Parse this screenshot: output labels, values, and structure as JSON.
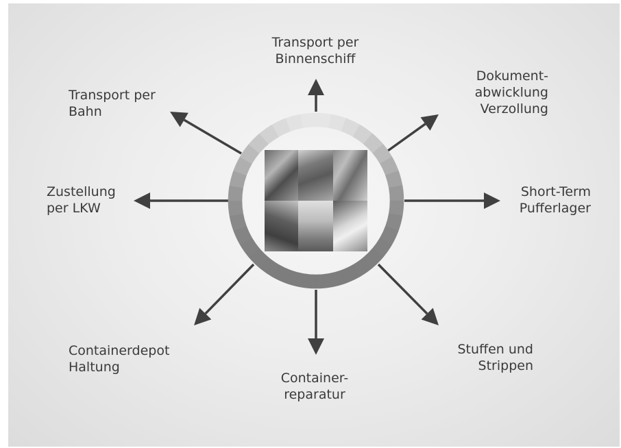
{
  "diagram": {
    "nodes": [
      {
        "id": "binnenschiff",
        "lines": [
          "Transport per",
          "Binnenschiff"
        ]
      },
      {
        "id": "dokument",
        "lines": [
          "Dokument-",
          "abwicklung",
          "Verzollung"
        ]
      },
      {
        "id": "pufferlager",
        "lines": [
          "Short-Term",
          "Pufferlager"
        ]
      },
      {
        "id": "stuffen",
        "lines": [
          "Stuffen und",
          "Strippen"
        ]
      },
      {
        "id": "reparatur",
        "lines": [
          "Container-",
          "reparatur"
        ]
      },
      {
        "id": "depot",
        "lines": [
          "Containerdepot",
          "Haltung"
        ]
      },
      {
        "id": "lkw",
        "lines": [
          "Zustellung",
          "per LKW"
        ]
      },
      {
        "id": "bahn",
        "lines": [
          "Transport per",
          "Bahn"
        ]
      }
    ],
    "colors": {
      "arrow": "#404040",
      "ring_dark": "#7d7d7d",
      "ring_light": "#e6e6e6",
      "text": "#3a3a3a"
    }
  }
}
